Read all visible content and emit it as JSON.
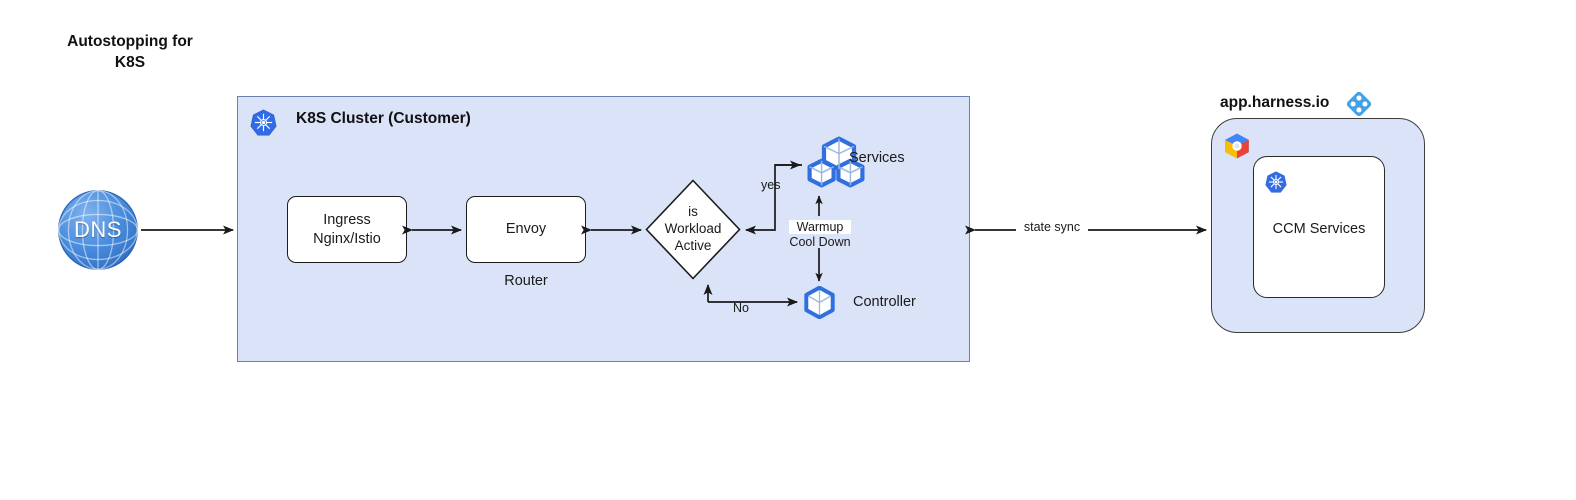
{
  "diagram": {
    "title": "Autostopping for\nK8S",
    "type": "architecture-flow-diagram",
    "colors": {
      "container_fill": "#dae3f7",
      "container_border": "#6b7fb0",
      "node_fill": "#ffffff",
      "node_border": "#1c1c1c",
      "edge": "#1a1a1a",
      "k8s_blue": "#326ce5",
      "dns_blue": "#3d85d8",
      "harness_blue": "#43a1e8",
      "gcp_blue": "#4285f4",
      "gcp_red": "#ea4335",
      "gcp_yellow": "#fbbc04"
    }
  },
  "cluster": {
    "label": "K8S Cluster (Customer)",
    "icon": "kubernetes-icon",
    "nodes": {
      "ingress": {
        "label": "Ingress\nNginx/Istio",
        "shape": "rounded-rect"
      },
      "envoy": {
        "label": "Envoy",
        "shape": "rounded-rect",
        "sublabel": "Router"
      },
      "decision": {
        "label": "is\nWorkload\nActive",
        "shape": "diamond"
      },
      "services": {
        "label": "Services",
        "icon": "kubernetes-pods-icon"
      },
      "controller": {
        "label": "Controller",
        "icon": "kubernetes-pod-icon"
      }
    }
  },
  "external": {
    "dns": {
      "label": "DNS",
      "icon": "globe-icon"
    }
  },
  "harness": {
    "label": "app.harness.io",
    "logo": "harness-logo-icon",
    "cloud_icon": "gcp-logo-icon",
    "inner": {
      "label": "CCM Services",
      "icon": "kubernetes-icon"
    }
  },
  "edges": [
    {
      "from": "dns",
      "to": "cluster",
      "label": "",
      "direction": "one-way"
    },
    {
      "from": "ingress",
      "to": "envoy",
      "label": "",
      "direction": "two-way"
    },
    {
      "from": "envoy",
      "to": "decision",
      "label": "",
      "direction": "two-way"
    },
    {
      "from": "decision",
      "to": "services",
      "label": "yes",
      "direction": "loop-back"
    },
    {
      "from": "decision",
      "to": "controller",
      "label": "No",
      "direction": "one-way"
    },
    {
      "from": "controller",
      "to": "services",
      "label": "Warmup",
      "label2": "Cool Down",
      "direction": "two-way"
    },
    {
      "from": "cluster",
      "to": "harness",
      "label": "state sync",
      "direction": "two-way"
    }
  ],
  "edge_labels": {
    "yes": "yes",
    "no": "No",
    "warmup": "Warmup",
    "cooldown": "Cool Down",
    "state_sync": "state sync"
  }
}
